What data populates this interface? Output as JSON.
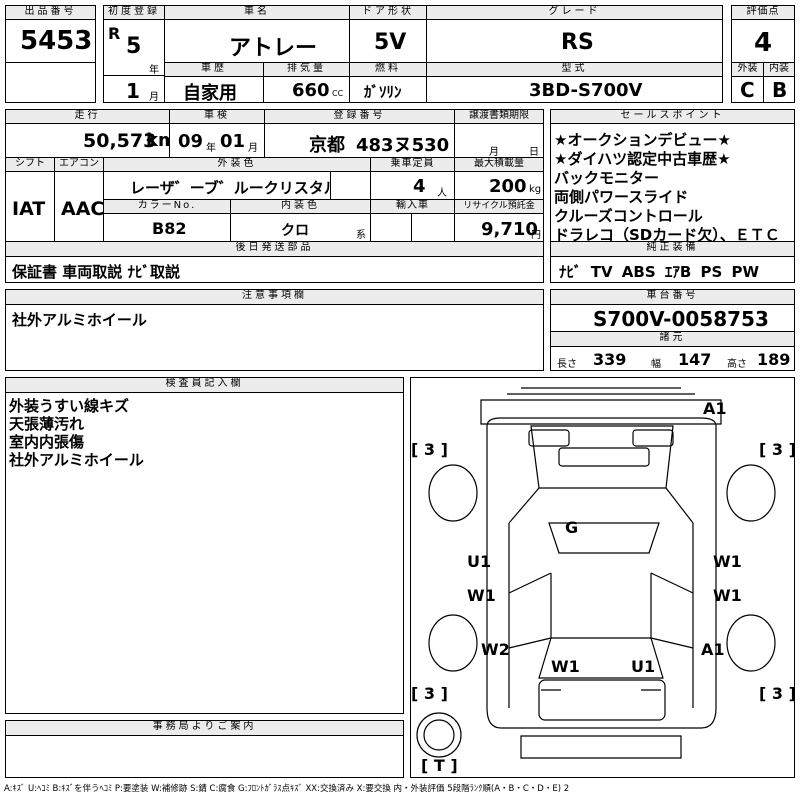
{
  "lot": {
    "header": "出品番号",
    "value": "5453"
  },
  "first_reg": {
    "header": "初度登録",
    "era": "R",
    "year": "5",
    "year_unit": "年",
    "month": "1",
    "month_unit": "月"
  },
  "car_name": {
    "header": "車名",
    "value": "アトレー"
  },
  "door": {
    "header": "ドア形状",
    "value": "5V"
  },
  "grade": {
    "header": "グレード",
    "value": "RS"
  },
  "score": {
    "header": "評価点",
    "value": "4",
    "ext_header": "外装",
    "int_header": "内装",
    "ext_value": "C",
    "int_value": "B"
  },
  "history": {
    "header": "車歴",
    "value": "自家用"
  },
  "displacement": {
    "header": "排気量",
    "value": "660",
    "unit": "CC"
  },
  "fuel": {
    "header": "燃料",
    "value": "ｶﾞｿﾘﾝ"
  },
  "model_type": {
    "header": "型式",
    "value": "3BD-S700V"
  },
  "mileage": {
    "header": "走行",
    "value": "50,573",
    "unit": "km"
  },
  "inspection": {
    "header": "車検",
    "year": "09",
    "year_unit": "年",
    "month": "01",
    "month_unit": "月"
  },
  "plate": {
    "header": "登録番号",
    "region": "京都",
    "number": "483ヌ530"
  },
  "transfer_doc": {
    "header": "譲渡書類期限",
    "month_unit": "月",
    "day_unit": "日"
  },
  "sales_points": {
    "header": "セールスポイント",
    "items": [
      "★オークションデビュー★",
      "★ダイハツ認定中古車歴★",
      "バックモニター",
      "両側パワースライド",
      "クルーズコントロール",
      "ドラレコ（SDカード欠）、ＥＴＣ"
    ]
  },
  "shift": {
    "header": "シフト",
    "value": "IAT"
  },
  "aircon": {
    "header": "エアコン",
    "value": "AAC"
  },
  "exterior_color": {
    "header": "外装色",
    "value": "レーザ゛ーブ゛ルークリスタルシャ"
  },
  "capacity": {
    "header": "乗車定員",
    "value": "4",
    "unit": "人"
  },
  "max_load": {
    "header": "最大積載量",
    "value": "200",
    "unit": "kg"
  },
  "color_no": {
    "header": "カラーNo.",
    "value": "B82"
  },
  "interior_color": {
    "header": "内装色",
    "value": "クロ",
    "unit": "系"
  },
  "import_car": {
    "header": "輸入車"
  },
  "recycle": {
    "header": "リサイクル預託金",
    "value": "9,710",
    "unit": "円"
  },
  "later_parts": {
    "header": "後日発送部品",
    "value": "保証書 車両取説 ﾅﾋﾞ取説"
  },
  "genuine_equip": {
    "header": "純正装備",
    "value": "ﾅﾋﾞ TV ABS ｴｱB PS PW"
  },
  "notes": {
    "header": "注意事項欄",
    "value": "社外アルミホイール"
  },
  "chassis": {
    "header": "車台番号",
    "value": "S700V-0058753"
  },
  "dimensions": {
    "header": "諸元",
    "length_label": "長さ",
    "length": "339",
    "width_label": "幅",
    "width": "147",
    "height_label": "高さ",
    "height": "189"
  },
  "inspector": {
    "header": "検査員記入欄",
    "lines": [
      "外装うすい線キズ",
      "天張薄汚れ",
      "室内内張傷",
      "社外アルミホイール"
    ]
  },
  "office": {
    "header": "事務局よりご案内"
  },
  "diagram_marks": {
    "a1_top": "A1",
    "bracket_tl": "[ 3 ]",
    "bracket_tr": "[ 3 ]",
    "g": "G",
    "u1_left": "U1",
    "w1_right_front": "W1",
    "w1_left": "W1",
    "w1_right_mid": "W1",
    "w2_left": "W2",
    "a1_right": "A1",
    "w1_bottom": "W1",
    "u1_bottom": "U1",
    "bracket_bl": "[ 3 ]",
    "bracket_br": "[ 3 ]",
    "bracket_t": "[ T ]"
  },
  "legend": "A:ｷｽﾞ U:ﾍｺﾐ B:ｷｽﾞを伴うﾍｺﾐ P:要塗装 W:補修跡 S:錆 C:腐食 G:ﾌﾛﾝﾄｶﾞﾗｽ点ｷｽﾞ XX:交換済み X:要交換 内・外装評価 5段階ﾗﾝｸ順(A・B・C・D・E) 2"
}
